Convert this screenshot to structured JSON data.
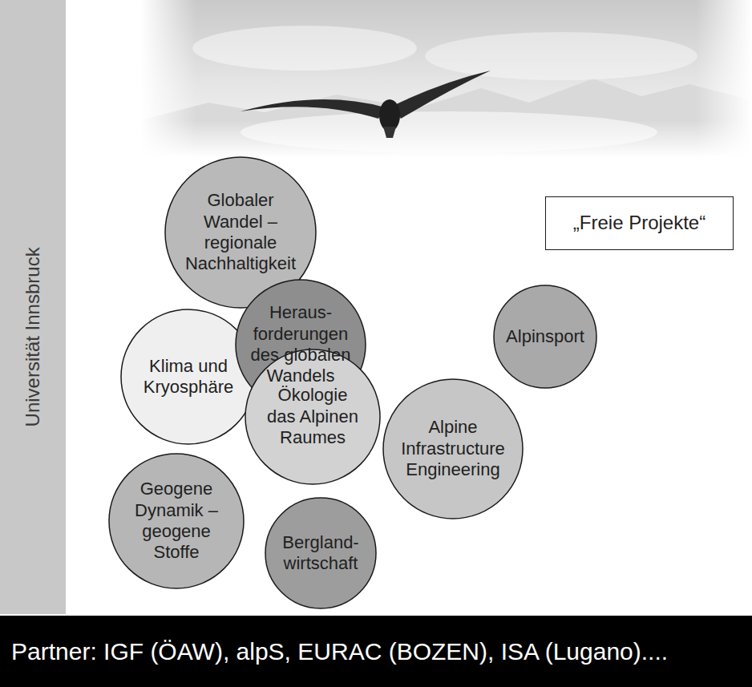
{
  "diagram": {
    "nodes": [
      {
        "text": [
          "Universität Innsbruck"
        ]
      },
      {
        "text": [
          "Globaler Wandel – regionale Nachhaltigkeit"
        ]
      },
      {
        "text": [
          "„Freie Projekte“"
        ]
      },
      {
        "text": [
          "Heraus- forderungen des globalen Wandels"
        ]
      },
      {
        "text": [
          "Klima und Kryosphäre"
        ]
      },
      {
        "text": [
          "Alpinsport"
        ]
      },
      {
        "text": [
          "Ökologie das Alpinen Raumes"
        ]
      },
      {
        "text": [
          "Alpine Infrastructure Engineering"
        ]
      },
      {
        "text": [
          "Geogene Dynamik – geogene Stoffe"
        ]
      },
      {
        "text": [
          "Bergland- wirtschaft"
        ]
      },
      {
        "text": [
          "Partner: IGF (ÖAW), alpS, EURAC (BOZEN), ISA (Lugano)...."
        ]
      }
    ]
  }
}
